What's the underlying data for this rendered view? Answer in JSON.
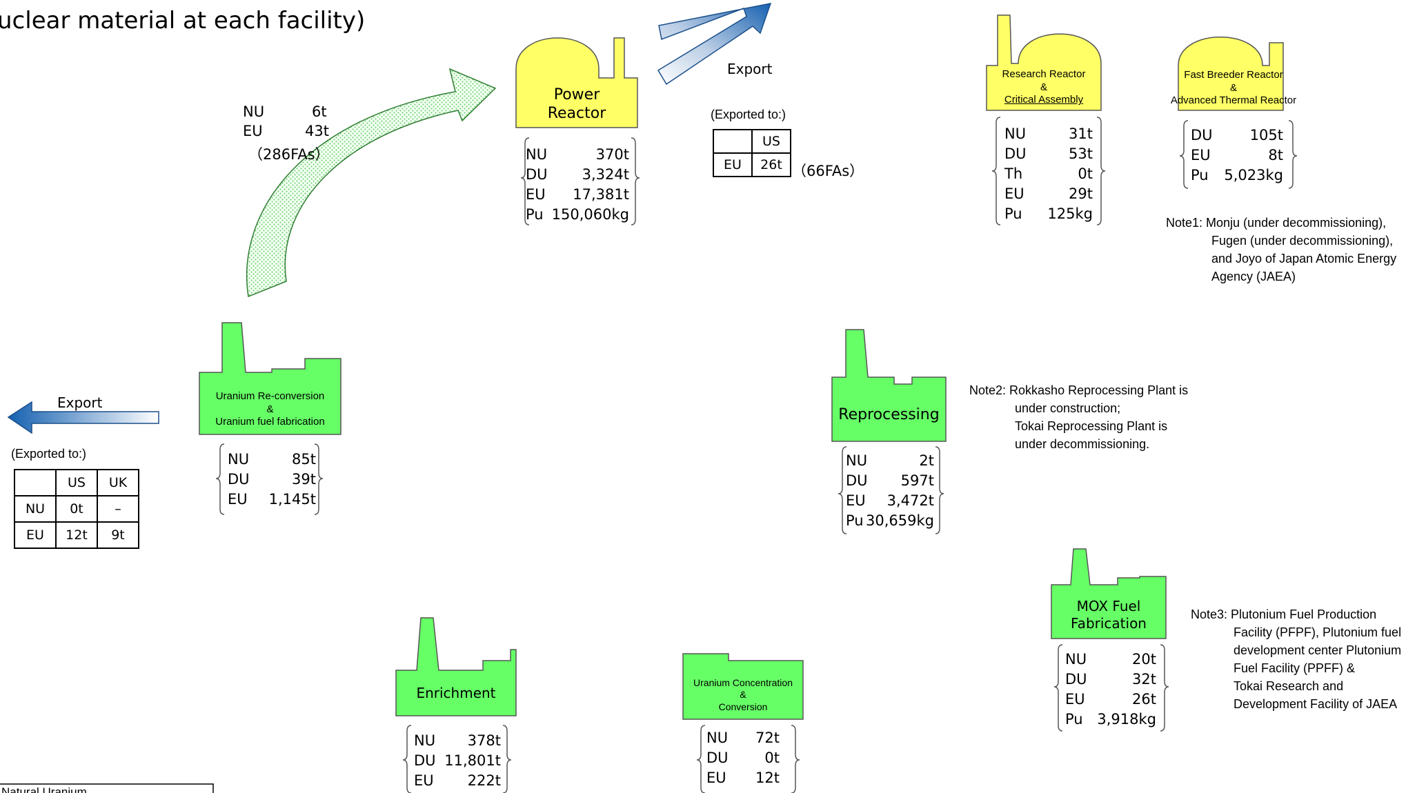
{
  "title_fragment": "uclear material at each facility)",
  "legend_fragment": "Natural Uranium",
  "facilities": {
    "power_reactor": {
      "label_line1": "Power",
      "label_line2": "Reactor",
      "inventory": [
        {
          "k": "NU",
          "v": "370t"
        },
        {
          "k": "DU",
          "v": "3,324t"
        },
        {
          "k": "EU",
          "v": "17,381t"
        },
        {
          "k": "Pu",
          "v": "150,060kg"
        }
      ]
    },
    "research_reactor": {
      "label_line1": "Research Reactor",
      "label_line2": "&",
      "label_line3": "Critical Assembly",
      "inventory": [
        {
          "k": "NU",
          "v": "31t"
        },
        {
          "k": "DU",
          "v": "53t"
        },
        {
          "k": "Th",
          "v": "0t"
        },
        {
          "k": "EU",
          "v": "29t"
        },
        {
          "k": "Pu",
          "v": "125kg"
        }
      ]
    },
    "fast_breeder": {
      "label_line1": "Fast Breeder Reactor",
      "label_line2": "&",
      "label_line3": "Advanced Thermal Reactor",
      "inventory": [
        {
          "k": "DU",
          "v": "105t"
        },
        {
          "k": "EU",
          "v": "8t"
        },
        {
          "k": "Pu",
          "v": "5,023kg"
        }
      ]
    },
    "reconversion": {
      "label_line1": "Uranium Re-conversion",
      "label_line2": "&",
      "label_line3": "Uranium fuel fabrication",
      "inventory": [
        {
          "k": "NU",
          "v": "85t"
        },
        {
          "k": "DU",
          "v": "39t"
        },
        {
          "k": "EU",
          "v": "1,145t"
        }
      ]
    },
    "reprocessing": {
      "label": "Reprocessing",
      "inventory": [
        {
          "k": "NU",
          "v": "2t"
        },
        {
          "k": "DU",
          "v": "597t"
        },
        {
          "k": "EU",
          "v": "3,472t"
        },
        {
          "k": "Pu",
          "v": "30,659kg"
        }
      ]
    },
    "mox": {
      "label_line1": "MOX Fuel",
      "label_line2": "Fabrication",
      "inventory": [
        {
          "k": "NU",
          "v": "20t"
        },
        {
          "k": "DU",
          "v": "32t"
        },
        {
          "k": "EU",
          "v": "26t"
        },
        {
          "k": "Pu",
          "v": "3,918kg"
        }
      ]
    },
    "enrichment": {
      "label": "Enrichment",
      "inventory": [
        {
          "k": "NU",
          "v": "378t"
        },
        {
          "k": "DU",
          "v": "11,801t"
        },
        {
          "k": "EU",
          "v": "222t"
        }
      ]
    },
    "concentration": {
      "label_line1": "Uranium Concentration",
      "label_line2": "&",
      "label_line3": "Conversion",
      "inventory": [
        {
          "k": "NU",
          "v": "72t"
        },
        {
          "k": "DU",
          "v": "0t"
        },
        {
          "k": "EU",
          "v": "12t"
        }
      ]
    }
  },
  "transfer": {
    "nu_key": "NU",
    "nu_val": "6t",
    "eu_key": "EU",
    "eu_val": "43t",
    "fas": "（286FAs）"
  },
  "export_power": {
    "label": "Export",
    "dest_label": "(Exported to:)",
    "col": "US",
    "row": "EU",
    "value": "26t",
    "fas": "（66FAs）"
  },
  "export_fab": {
    "label": "Export",
    "dest_label": "(Exported to:)",
    "cols": [
      "US",
      "UK"
    ],
    "rows": [
      {
        "name": "NU",
        "values": [
          "0t",
          "–"
        ]
      },
      {
        "name": "EU",
        "values": [
          "12t",
          "9t"
        ]
      }
    ]
  },
  "notes": {
    "note1": [
      "Note1: Monju (under decommissioning),",
      "Fugen (under decommissioning),",
      "and Joyo of Japan Atomic Energy",
      "Agency (JAEA)"
    ],
    "note2": [
      "Note2: Rokkasho Reprocessing Plant is",
      "under construction;",
      "Tokai Reprocessing Plant is",
      "under decommissioning."
    ],
    "note3": [
      "Note3: Plutonium Fuel Production",
      "Facility (PFPF), Plutonium fuel",
      "development center Plutonium",
      "Fuel Facility (PPFF) &",
      "Tokai Research and",
      "Development Facility of JAEA"
    ]
  },
  "colors": {
    "reactor_yellow": "#ffff66",
    "facility_green": "#66ff66",
    "export_blue": "#1a6fbf"
  }
}
